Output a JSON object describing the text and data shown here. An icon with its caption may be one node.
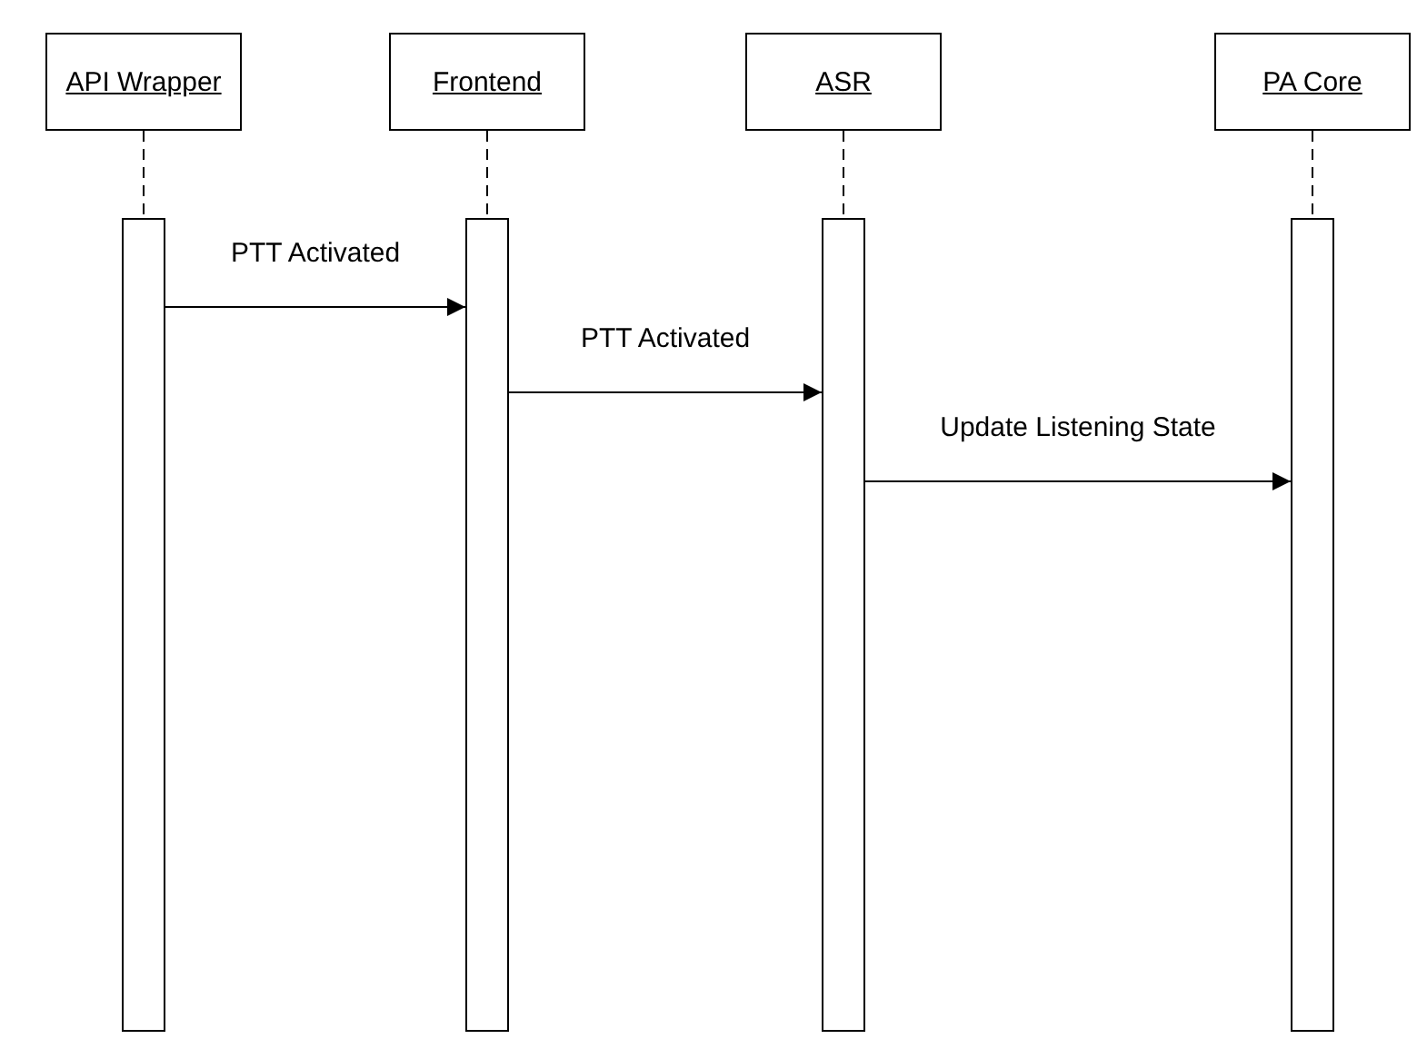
{
  "diagram": {
    "nodes": [
      {
        "text": [
          "API Wrapper"
        ]
      },
      {
        "text": [
          "Frontend"
        ]
      },
      {
        "text": [
          "ASR"
        ]
      },
      {
        "text": [
          "PA Core"
        ]
      },
      {
        "text": [],
        "shape": "bar"
      },
      {
        "text": [],
        "shape": "bar"
      },
      {
        "text": [],
        "shape": "bar"
      },
      {
        "text": [],
        "shape": "bar"
      }
    ],
    "edges": [
      {
        "from": 0,
        "to": 4,
        "arrow": "none",
        "style": "dashed"
      },
      {
        "from": 1,
        "to": 5,
        "arrow": "none",
        "style": "dashed"
      },
      {
        "from": 2,
        "to": 6,
        "arrow": "none",
        "style": "dashed"
      },
      {
        "from": 3,
        "to": 7,
        "arrow": "none",
        "style": "dashed"
      },
      {
        "from": 4,
        "to": 5,
        "arrow": "to",
        "label": "PTT Activated"
      },
      {
        "from": 5,
        "to": 6,
        "arrow": "to",
        "label": "PTT Activated"
      },
      {
        "from": 6,
        "to": 7,
        "arrow": "to",
        "label": "Update Listening State"
      }
    ]
  }
}
